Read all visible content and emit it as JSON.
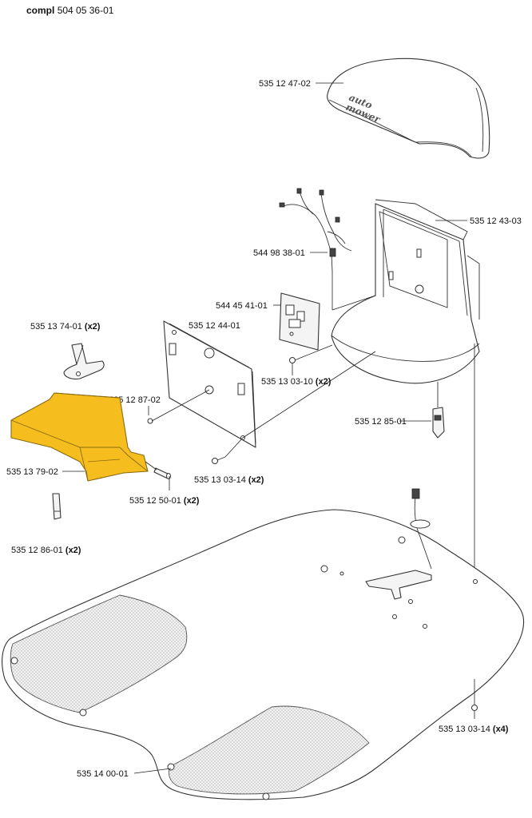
{
  "header": {
    "compl_label": "compl",
    "compl_number": "504 05 36-01"
  },
  "labels": {
    "body_cover": {
      "number": "535 12 47-02"
    },
    "chassis_frame": {
      "number": "535 12 43-03"
    },
    "cable_harness": {
      "number": "544 98 38-01"
    },
    "circuit_board": {
      "number": "544 45 41-01"
    },
    "clip": {
      "number": "535 13 74-01",
      "qty": "(x2)"
    },
    "mount_plate": {
      "number": "535 12 44-01"
    },
    "screw_small": {
      "number": "535 12 87-02"
    },
    "screw_board": {
      "number": "535 13 03-10",
      "qty": "(x2)"
    },
    "connector": {
      "number": "535 12 85-01"
    },
    "display_cover": {
      "number": "535 13 79-02"
    },
    "pin": {
      "number": "535 12 50-01",
      "qty": "(x2)"
    },
    "screw_plate": {
      "number": "535 13 03-14",
      "qty": "(x2)"
    },
    "spring_strip": {
      "number": "535 12 86-01",
      "qty": "(x2)"
    },
    "screw_base": {
      "number": "535 13 03-14",
      "qty": "(x4)"
    },
    "base_plate": {
      "number": "535 14 00-01"
    }
  },
  "cover_logo": {
    "line1": "auto",
    "line2": "mower"
  },
  "colors": {
    "highlight": "#f5be1e",
    "line": "#333333"
  }
}
